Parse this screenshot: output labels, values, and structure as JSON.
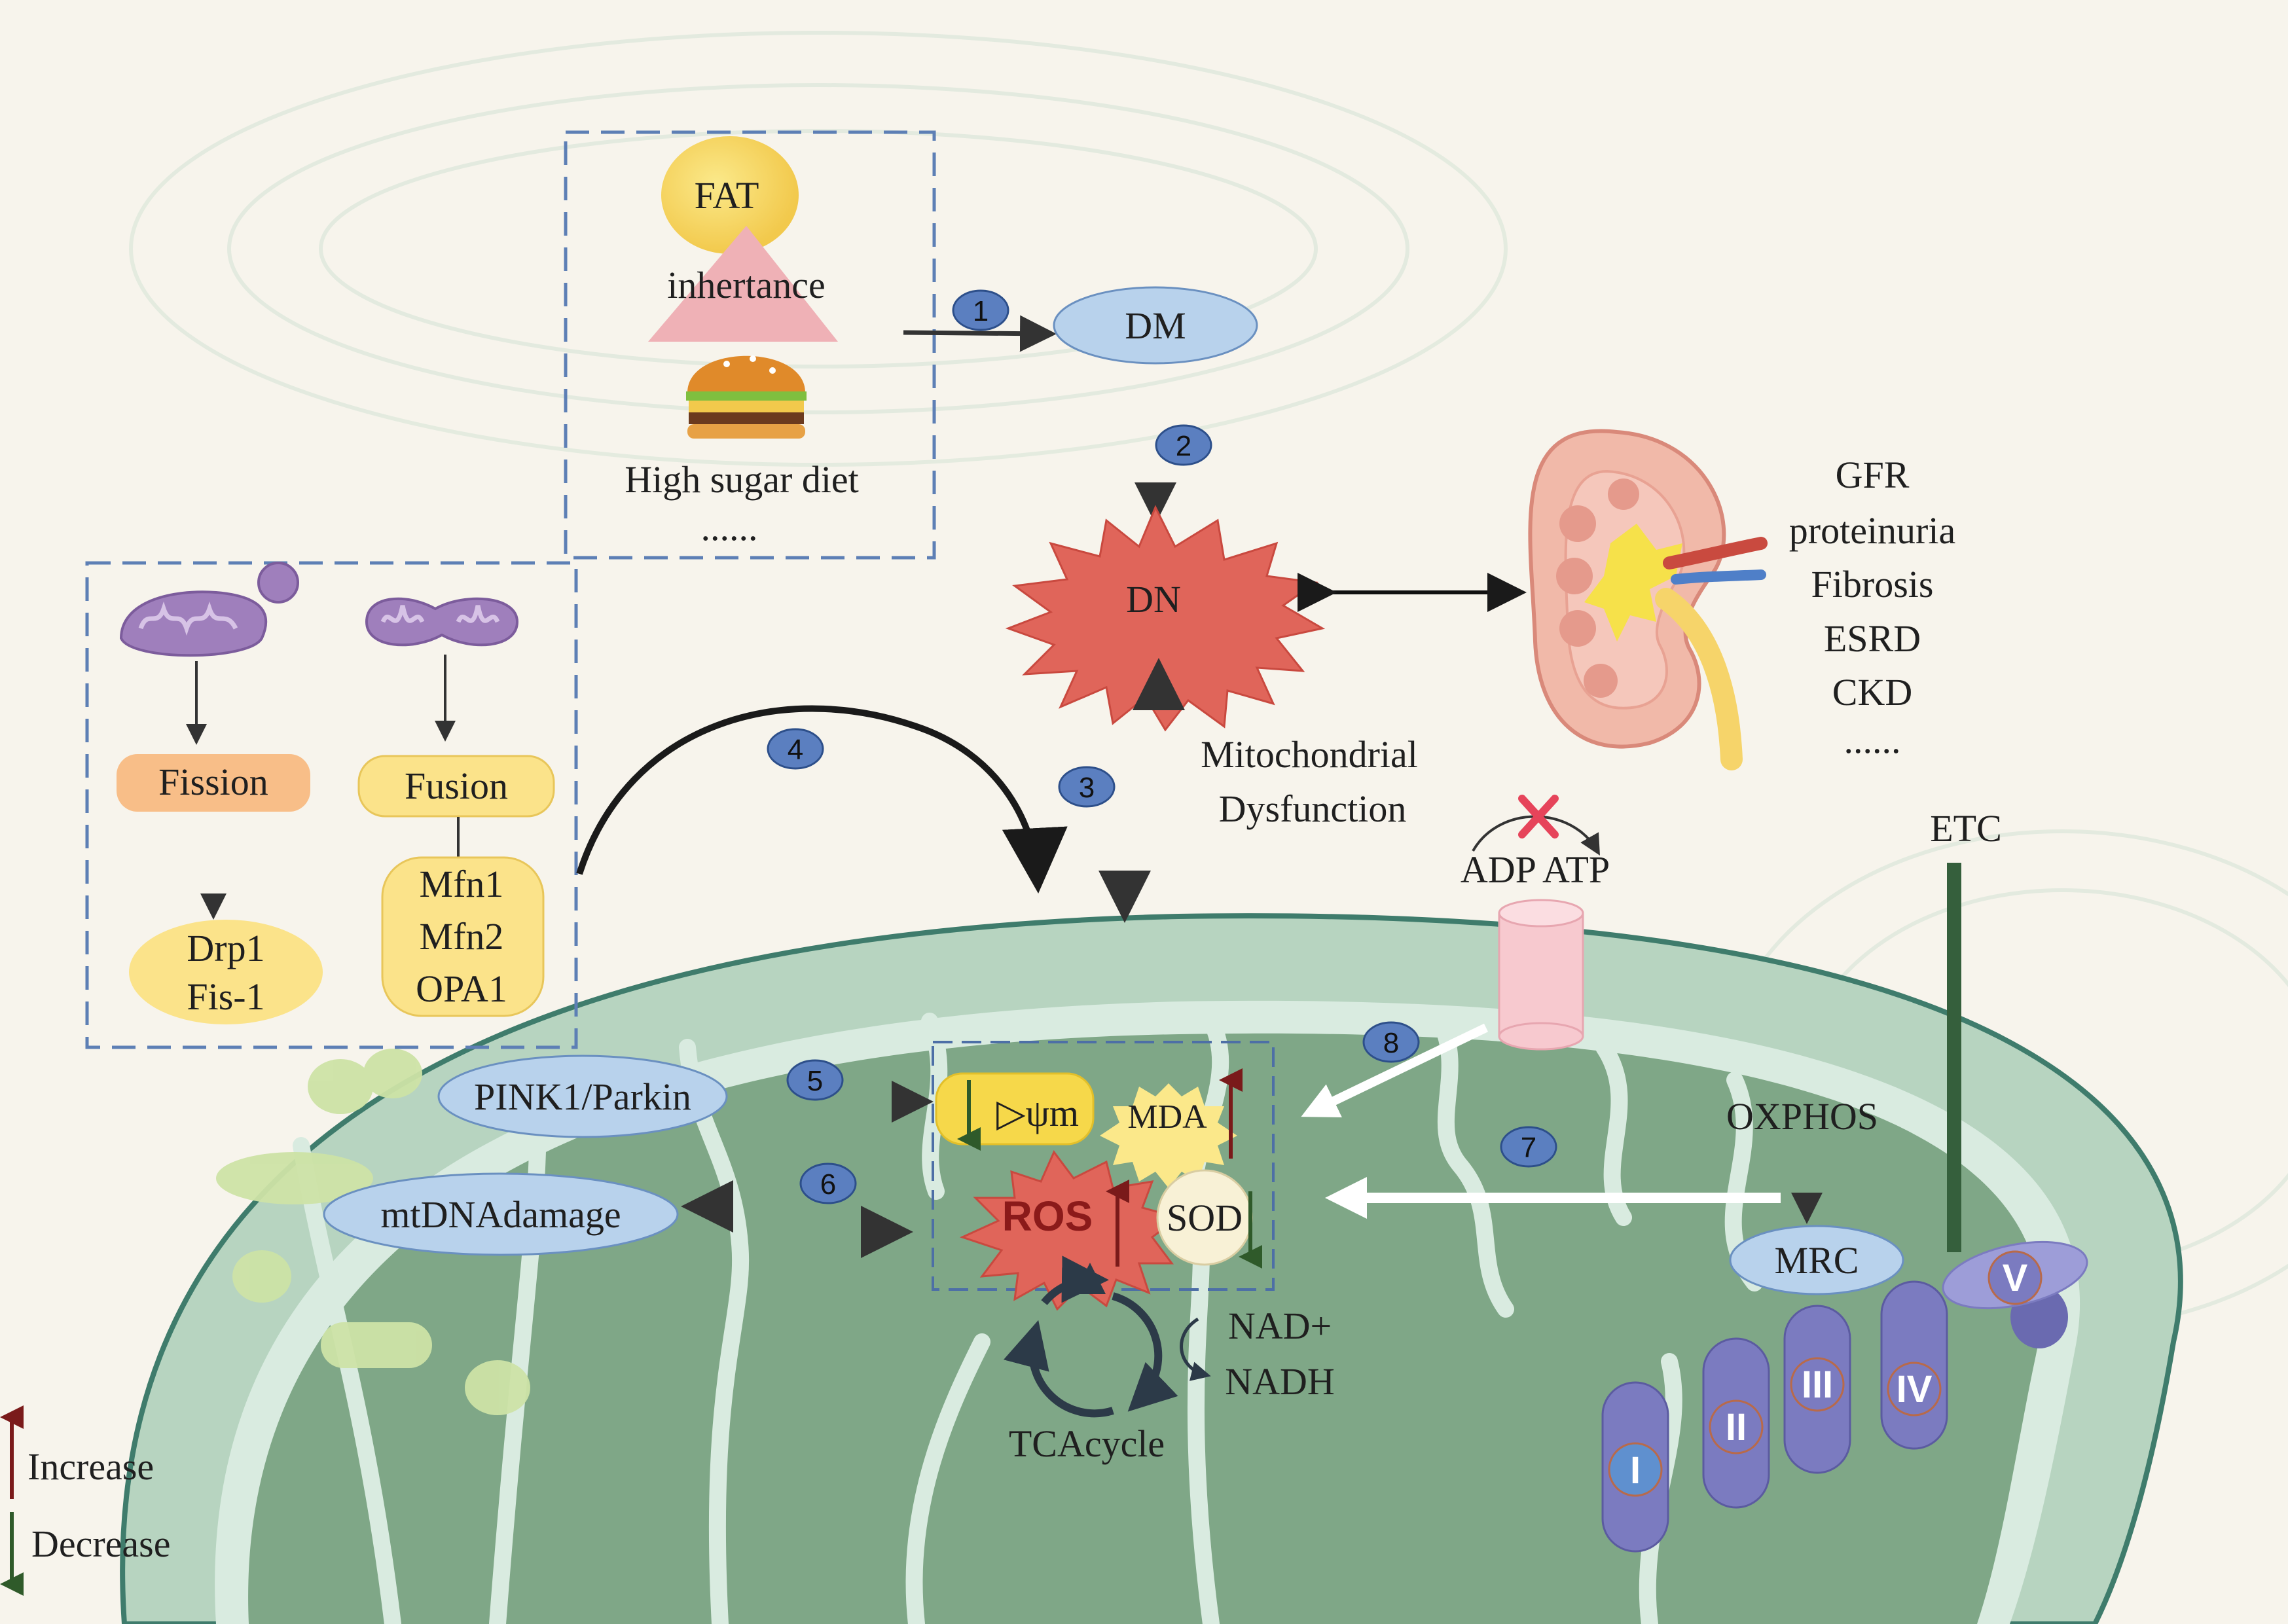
{
  "risk_factors": {
    "fat": "FAT",
    "inheritance": "inhertance",
    "diet": "High sugar diet",
    "more": "......"
  },
  "nodes": {
    "dm": "DM",
    "dn": "DN",
    "mito_dysfunction_1": "Mitochondrial",
    "mito_dysfunction_2": "Dysfunction"
  },
  "kidney_outcomes": [
    "GFR",
    "proteinuria",
    "Fibrosis",
    "ESRD",
    "CKD",
    "......"
  ],
  "dynamics": {
    "fission": "Fission",
    "fusion": "Fusion",
    "fission_proteins": [
      "Drp1",
      "Fis-1"
    ],
    "fusion_proteins": [
      "Mfn1",
      "Mfn2",
      "OPA1"
    ]
  },
  "steps": [
    "1",
    "2",
    "3",
    "4",
    "5",
    "6",
    "7",
    "8"
  ],
  "mito": {
    "pink1": "PINK1/Parkin",
    "mtdna": "mtDNAdamage",
    "dpsi": "▷ψm",
    "mda": "MDA",
    "ros": "ROS",
    "sod": "SOD",
    "nad": "NAD+",
    "nadh": "NADH",
    "tca": "TCAcycle",
    "adp_atp": "ADP ATP",
    "oxphos": "OXPHOS",
    "mrc": "MRC",
    "etc": "ETC"
  },
  "complexes": [
    "I",
    "II",
    "III",
    "IV",
    "V"
  ],
  "legend": {
    "increase": "Increase",
    "decrease": "Decrease"
  },
  "colors": {
    "increase": "#7a1a1a",
    "decrease": "#2f5a2a",
    "badge": "#5b7fc0",
    "dn": "#e0655a",
    "complex": "#7b7bc0"
  }
}
